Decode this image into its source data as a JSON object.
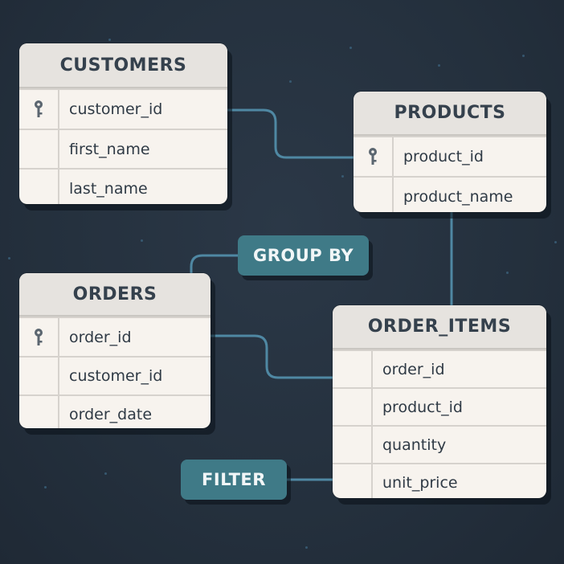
{
  "tables": {
    "customers": {
      "title": "CUSTOMERS",
      "columns": [
        {
          "name": "customer_id",
          "icon": "key-icon"
        },
        {
          "name": "first_name"
        },
        {
          "name": "last_name"
        }
      ]
    },
    "products": {
      "title": "PRODUCTS",
      "columns": [
        {
          "name": "product_id",
          "icon": "key-icon"
        },
        {
          "name": "product_name"
        }
      ]
    },
    "orders": {
      "title": "ORDERS",
      "columns": [
        {
          "name": "order_id",
          "icon": "key-icon"
        },
        {
          "name": "customer_id"
        },
        {
          "name": "order_date"
        }
      ]
    },
    "order_items": {
      "title": "ORDER_ITEMS",
      "columns": [
        {
          "name": "order_id"
        },
        {
          "name": "product_id"
        },
        {
          "name": "quantity"
        },
        {
          "name": "unit_price"
        }
      ]
    }
  },
  "badges": {
    "group_by": "GROUP BY",
    "filter": "FILTER"
  },
  "colors": {
    "connector": "#4f88a3",
    "badge": "#3f7a87",
    "table_body": "#f7f3ee",
    "table_header": "#e6e3df"
  }
}
